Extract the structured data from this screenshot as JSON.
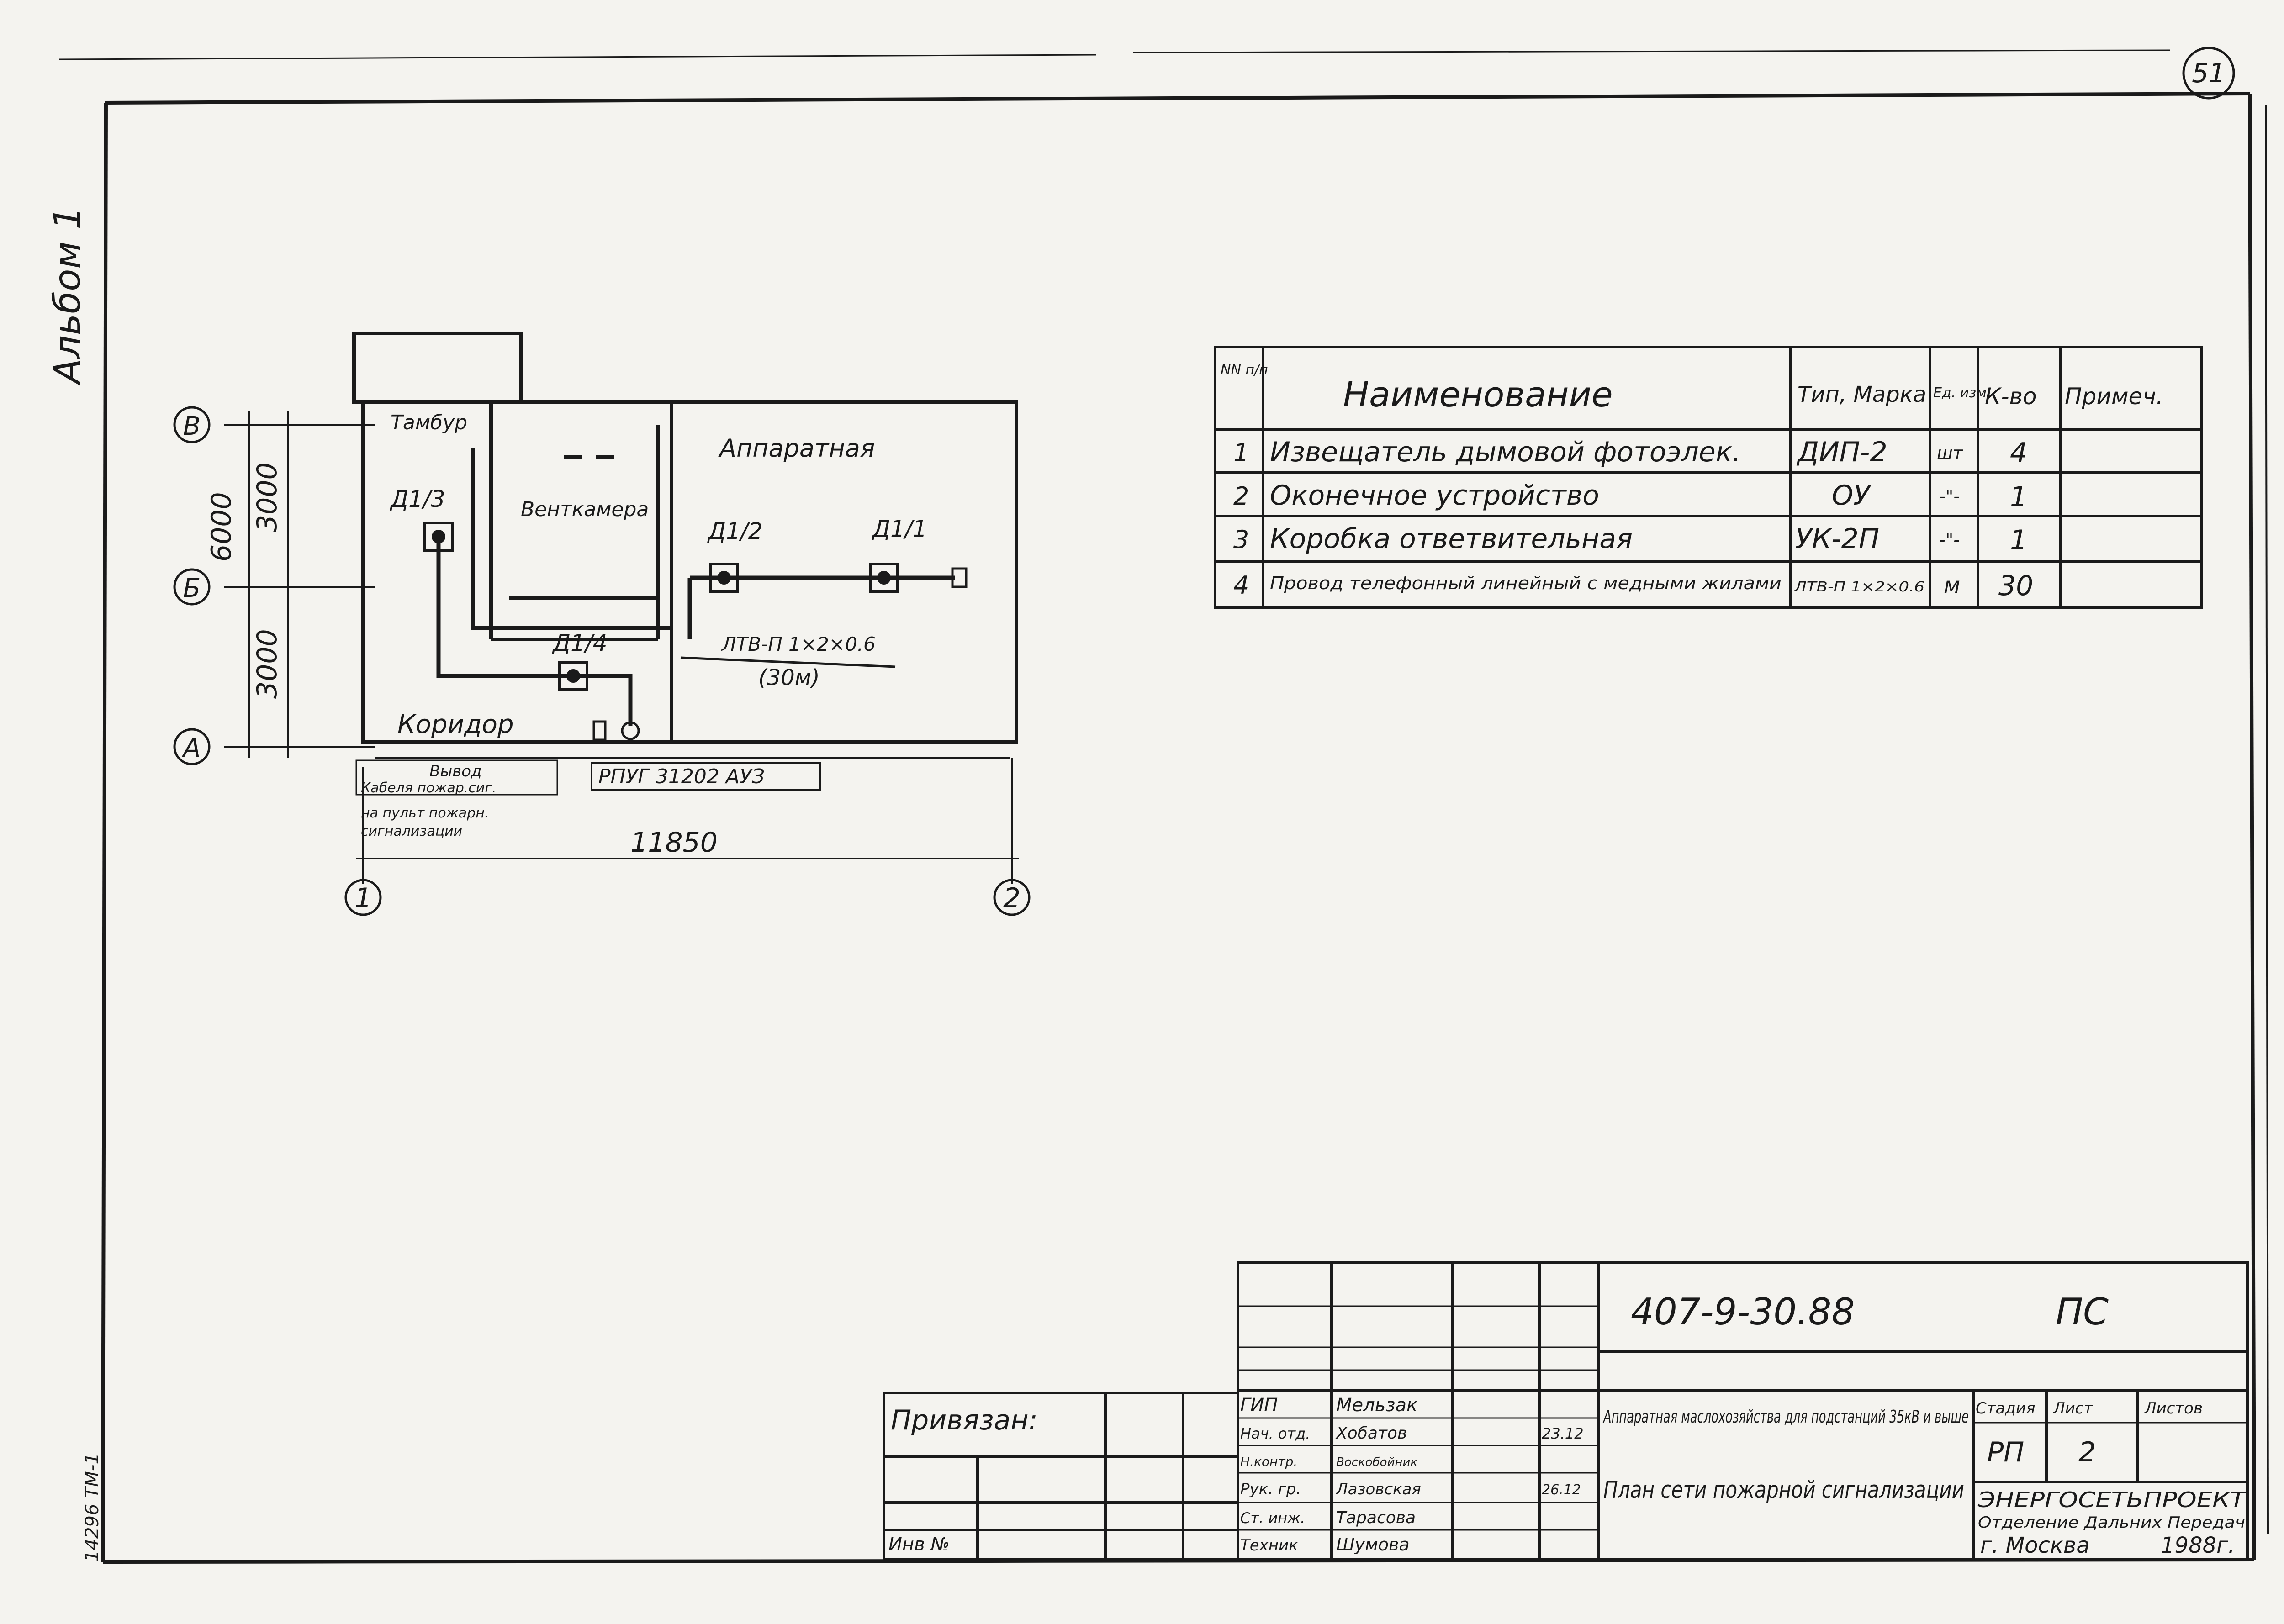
{
  "sheet": {
    "corner_number": "51",
    "album_label": "Альбом 1",
    "side_stamp": "14296 ТМ-1",
    "colors": {
      "ink": "#1a1a1a",
      "paper": "#f4f3ef"
    }
  },
  "plan": {
    "axes": {
      "row_v": "В",
      "row_b": "Б",
      "row_a": "А",
      "col_1": "1",
      "col_2": "2"
    },
    "dimensions": {
      "total_height": "6000",
      "upper": "3000",
      "lower": "3000",
      "width": "11850"
    },
    "rooms": {
      "tambur": "Тамбур",
      "ventkamera": "Венткамера",
      "apparatnaya": "Аппаратная",
      "koridor": "Коридор"
    },
    "detectors": [
      "Д1/3",
      "Д1/2",
      "Д1/1",
      "Д1/4"
    ],
    "cable_label": "ЛТВ-П 1×2×0.6",
    "cable_length": "(30м)",
    "rpug_label": "РПУГ 31202 АУЗ",
    "output_title": "Вывод",
    "output_line1": "Кабеля пожар.сиг.",
    "output_line2": "на пульт пожарн.",
    "output_line3": "сигнализации"
  },
  "spec_table": {
    "headers": {
      "num": "NN п/п",
      "name": "Наименование",
      "type": "Тип, Марка",
      "unit": "Ед. изм.",
      "qty": "К-во",
      "note": "Примеч."
    },
    "rows": [
      {
        "num": "1",
        "name": "Извещатель дымовой фотоэлек.",
        "type": "ДИП-2",
        "unit": "шт",
        "qty": "4",
        "note": ""
      },
      {
        "num": "2",
        "name": "Оконечное устройство",
        "type": "ОУ",
        "unit": "-\"-",
        "qty": "1",
        "note": ""
      },
      {
        "num": "3",
        "name": "Коробка ответвительная",
        "type": "УК-2П",
        "unit": "-\"-",
        "qty": "1",
        "note": ""
      },
      {
        "num": "4",
        "name": "Провод телефонный линейный с медными жилами",
        "type": "ЛТВ-П 1×2×0.6",
        "unit": "м",
        "qty": "30",
        "note": ""
      }
    ]
  },
  "title_block": {
    "code": "407-9-30.88",
    "mark": "ПС",
    "privyazan": "Привязан:",
    "inv": "Инв №",
    "roles": [
      {
        "role": "ГИП",
        "name": "Мельзак",
        "date": ""
      },
      {
        "role": "Нач. отд.",
        "name": "Хобатов",
        "date": "23.12"
      },
      {
        "role": "Н.контр.",
        "name": "Воскобойник",
        "date": ""
      },
      {
        "role": "Рук. гр.",
        "name": "Лазовская",
        "date": "26.12"
      },
      {
        "role": "Ст. инж.",
        "name": "Тарасова",
        "date": ""
      },
      {
        "role": "Техник",
        "name": "Шумова",
        "date": ""
      }
    ],
    "project_title": "Аппаратная маслохозяйства для подстанций 35кВ и выше",
    "sheet_title": "План сети пожарной сигнализации",
    "stage_label": "Стадия",
    "list_label": "Лист",
    "lists_label": "Листов",
    "stage_value": "РП",
    "list_value": "2",
    "lists_value": "",
    "org_name": "ЭНЕРГОСЕТЬПРОЕКТ",
    "org_dept": "Отделение Дальних Передач",
    "city": "г. Москва",
    "year": "1988г."
  }
}
